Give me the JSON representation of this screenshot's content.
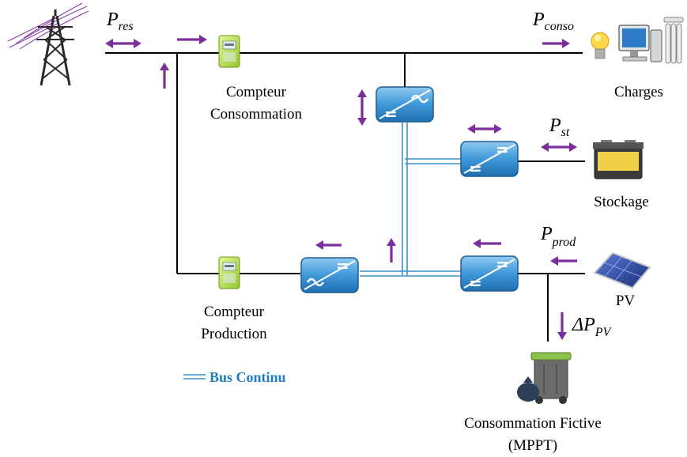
{
  "labels": {
    "p_res": {
      "main": "P",
      "sub": "res"
    },
    "p_conso": {
      "main": "P",
      "sub": "conso"
    },
    "p_st": {
      "main": "P",
      "sub": "st"
    },
    "p_prod": {
      "main": "P",
      "sub": "prod"
    },
    "delta_pv": {
      "main": "ΔP",
      "sub": "PV"
    },
    "compteur_conso": [
      "Compteur",
      "Consommation"
    ],
    "compteur_prod": [
      "Compteur",
      "Production"
    ],
    "charges": "Charges",
    "stockage": "Stockage",
    "pv": "PV",
    "conso_fictive": [
      "Consommation Fictive",
      "(MPPT)"
    ],
    "bus_legend": "Bus Continu"
  },
  "icons": {
    "pylon": "power-pylon-icon",
    "meter": "electricity-meter-icon",
    "converter": "power-converter-icon",
    "bulb": "light-bulb-icon",
    "computer": "computer-icon",
    "heater": "radiator-icon",
    "battery": "battery-icon",
    "solar": "solar-panel-icon",
    "bin": "trash-bin-icon"
  },
  "colors": {
    "arrow": "#7a2f9a",
    "bus": "#3b8fc9",
    "converter_fill": "#4a9fdc",
    "meter_fill": "#b6e04a",
    "legend_text": "#1f7ec2"
  }
}
